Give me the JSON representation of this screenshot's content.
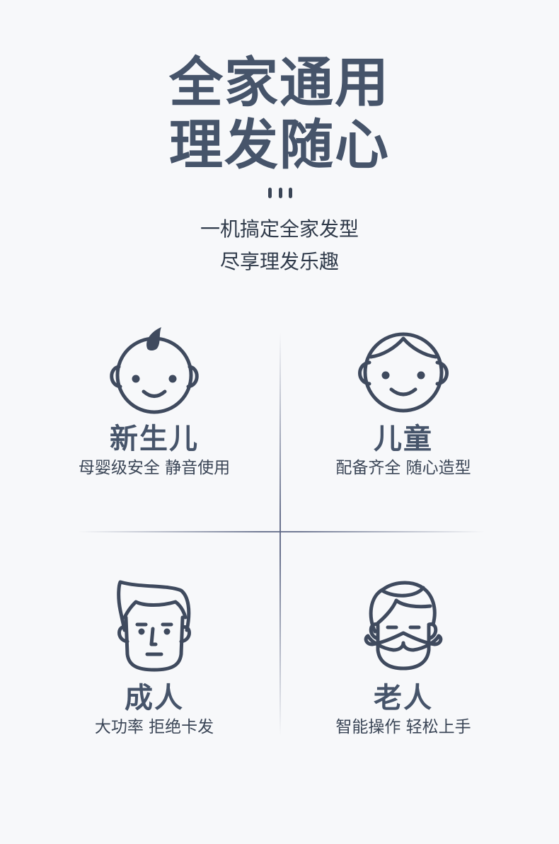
{
  "heading": {
    "line1": "全家通用",
    "line2": "理发随心"
  },
  "subheading": {
    "line1": "一机搞定全家发型",
    "line2": "尽享理发乐趣"
  },
  "groups": [
    {
      "icon": "baby-face-icon",
      "name": "新生儿",
      "desc": "母婴级安全  静音使用"
    },
    {
      "icon": "child-face-icon",
      "name": "儿童",
      "desc": "配备齐全  随心造型"
    },
    {
      "icon": "adult-face-icon",
      "name": "成人",
      "desc": "大功率  拒绝卡发"
    },
    {
      "icon": "elder-face-icon",
      "name": "老人",
      "desc": "智能操作  轻松上手"
    }
  ],
  "colors": {
    "background": "#f7f8fa",
    "heading": "#46546a",
    "icon_stroke": "#3f4a5e"
  }
}
